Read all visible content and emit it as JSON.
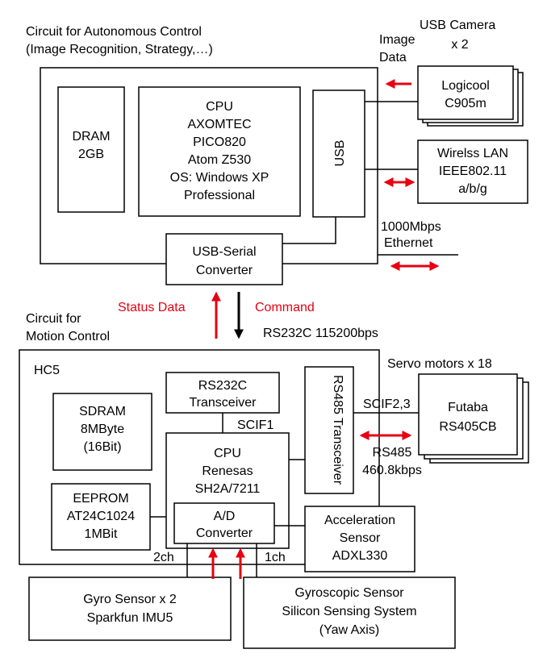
{
  "colors": {
    "accent_red": "#e60012",
    "stroke": "#000000"
  },
  "autonomous": {
    "title": "Circuit for Autonomous Control",
    "subtitle": "(Image Recognition, Strategy,…)",
    "dram": [
      "DRAM",
      "2GB"
    ],
    "cpu": [
      "CPU",
      "AXOMTEC",
      "PICO820",
      "Atom Z530",
      "OS: Windows XP",
      "Professional"
    ],
    "usb": "USB",
    "usb_serial": [
      "USB-Serial",
      "Converter"
    ]
  },
  "camera": {
    "title": [
      "USB Camera",
      "x 2"
    ],
    "image_data": [
      "Image",
      "Data"
    ],
    "model": [
      "Logicool",
      "C905m"
    ]
  },
  "wlan": [
    "Wirelss LAN",
    "IEEE802.11",
    "a/b/g"
  ],
  "ethernet": [
    "1000Mbps",
    "Ethernet"
  ],
  "serial_link": {
    "status": "Status Data",
    "command": "Command",
    "spec": "RS232C 115200bps"
  },
  "motion": {
    "title": [
      "Circuit for",
      "Motion Control"
    ],
    "hc5": "HC5",
    "rs232c": [
      "RS232C",
      "Transceiver"
    ],
    "scif1": "SCIF1",
    "sdram": [
      "SDRAM",
      "8MByte",
      "(16Bit)"
    ],
    "cpu": [
      "CPU",
      "Renesas",
      "SH2A/7211"
    ],
    "rs485_transceiver": "RS485 Transceiver",
    "eeprom": [
      "EEPROM",
      "AT24C1024",
      "1MBit"
    ],
    "adc": [
      "A/D",
      "Converter"
    ],
    "accel": [
      "Acceleration",
      "Sensor",
      "ADXL330"
    ],
    "ch2": "2ch",
    "ch1": "1ch"
  },
  "servo": {
    "title": "Servo motors x 18",
    "scif23": "SCIF2,3",
    "model": [
      "Futaba",
      "RS405CB"
    ],
    "rs485": [
      "RS485",
      "460.8kbps"
    ]
  },
  "gyro": [
    "Gyro Sensor x 2",
    "Sparkfun IMU5"
  ],
  "gyroscopic": [
    "Gyroscopic Sensor",
    "Silicon Sensing System",
    "(Yaw Axis)"
  ]
}
